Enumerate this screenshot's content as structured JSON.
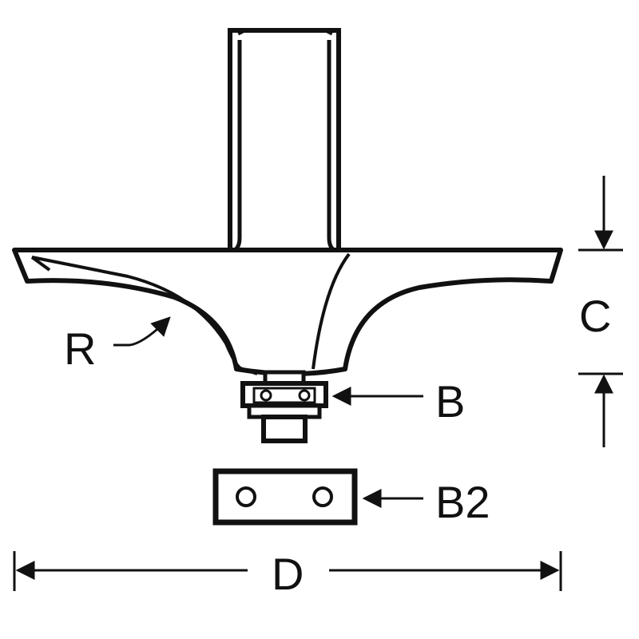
{
  "labels": {
    "r": "R",
    "b": "B",
    "c": "C",
    "b2": "B2",
    "d": "D"
  },
  "colors": {
    "ink": "#111111",
    "background": "#ffffff"
  }
}
